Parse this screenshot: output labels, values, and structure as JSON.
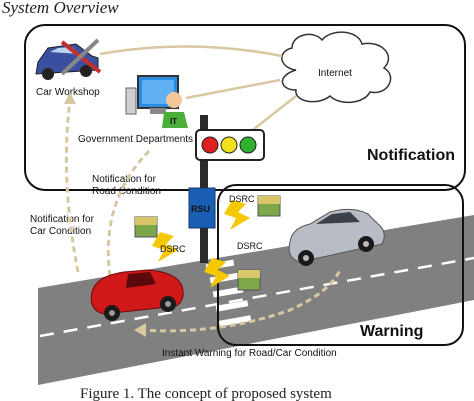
{
  "figure": {
    "heading": "System Overview",
    "caption": "Figure 1. The concept of proposed system",
    "labels": {
      "car_workshop": "Car Workshop",
      "internet": "Internet",
      "government": "Government Departments",
      "notification": "Notification",
      "road_notification_line1": "Notification for",
      "road_notification_line2": "Road Condition",
      "car_notification_line1": "Notification for",
      "car_notification_line2": "Car Condition",
      "rsu": "RSU",
      "dsrc_top": "DSRC",
      "dsrc_left": "DSRC",
      "dsrc_mid": "DSRC",
      "warning": "Warning",
      "instant_warning": "Instant Warning for Road/Car Condition",
      "it": "IT"
    },
    "colors": {
      "road": "#7a7a7a",
      "traffic_red": "#e02020",
      "traffic_yellow": "#f0e020",
      "traffic_green": "#30b030",
      "rsu": "#1a5fb4",
      "red_car": "#d01818",
      "silver_car": "#b8bcc4",
      "lightning": "#f5c800"
    }
  }
}
